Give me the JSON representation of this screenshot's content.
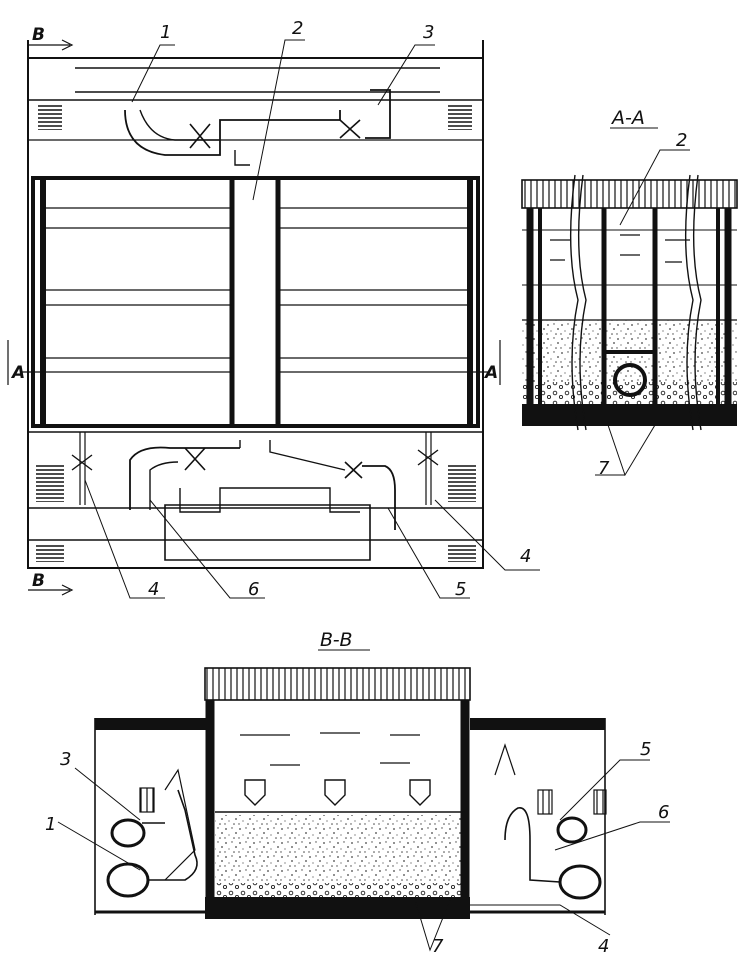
{
  "labels": {
    "n1": "1",
    "n2": "2",
    "n3": "3",
    "n4": "4",
    "n5": "5",
    "n6": "6",
    "n7": "7"
  },
  "section_marks": {
    "a": "A",
    "b": "B"
  },
  "titles": {
    "section_aa": "A-A",
    "section_bb": "B-B"
  },
  "colors": {
    "ink": "#111111",
    "paper": "#ffffff",
    "sand": "#777777"
  }
}
